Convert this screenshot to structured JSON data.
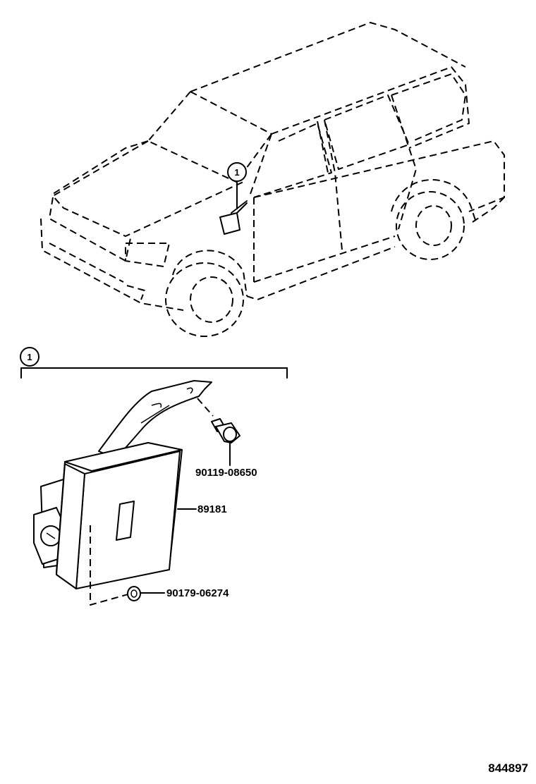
{
  "callouts": {
    "vehicle_marker": "1",
    "group_marker": "1"
  },
  "parts": {
    "bolt": "90119-08650",
    "ecu": "89181",
    "nut": "90179-06274"
  },
  "figure_number": "844897"
}
